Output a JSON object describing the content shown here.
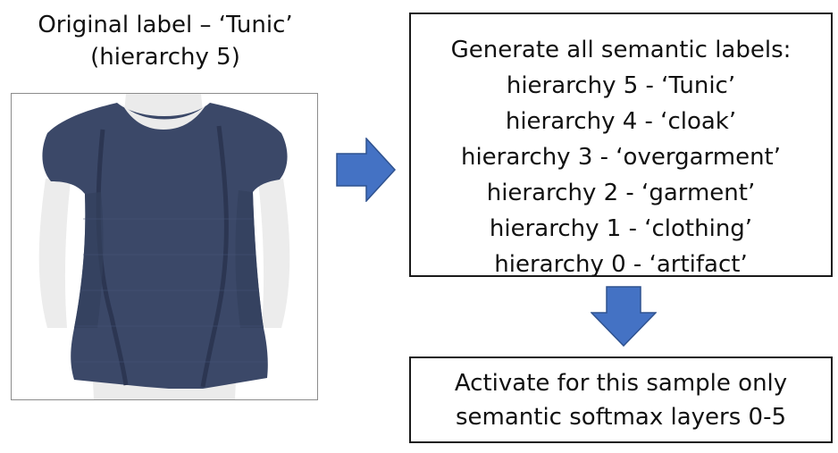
{
  "original_label": {
    "line1": "Original label – ‘Tunic’",
    "line2": "(hierarchy 5)"
  },
  "image": {
    "subject": "dark blue tunic on white mannequin",
    "colors": {
      "garment": "#3b4868",
      "garment_dark": "#2c3652",
      "mannequin": "#ebebeb",
      "frame": "#8c8c8c"
    }
  },
  "labels_box": {
    "heading": "Generate all semantic labels:",
    "items": [
      "hierarchy 5 - ‘Tunic’",
      "hierarchy 4 - ‘cloak’",
      "hierarchy 3 - ‘overgarment’",
      "hierarchy 2 - ‘garment’",
      "hierarchy 1 - ‘clothing’",
      "hierarchy 0 - ‘artifact’"
    ]
  },
  "activate_box": {
    "line1": "Activate for this sample only",
    "line2": "semantic softmax layers 0-5"
  },
  "colors": {
    "arrow_fill": "#4472c4",
    "arrow_stroke": "#2f528f",
    "box_border": "#1a1a1a",
    "text": "#111111"
  }
}
